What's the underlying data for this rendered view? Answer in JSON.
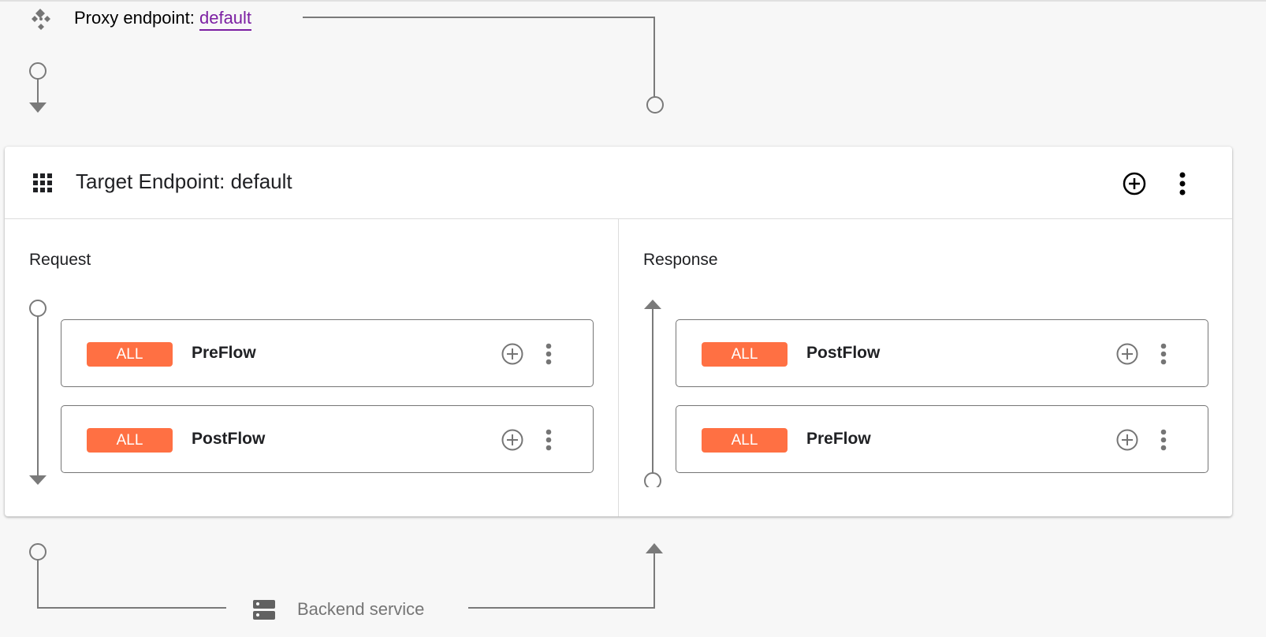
{
  "proxy": {
    "label": "Proxy endpoint: ",
    "link": "default"
  },
  "target": {
    "title": "Target Endpoint: default"
  },
  "request": {
    "label": "Request",
    "flows": [
      {
        "badge": "ALL",
        "name": "PreFlow"
      },
      {
        "badge": "ALL",
        "name": "PostFlow"
      }
    ]
  },
  "response": {
    "label": "Response",
    "flows": [
      {
        "badge": "ALL",
        "name": "PostFlow"
      },
      {
        "badge": "ALL",
        "name": "PreFlow"
      }
    ]
  },
  "backend": {
    "label": "Backend service"
  },
  "colors": {
    "accent_badge": "#ff7043",
    "link": "#7b1fa2",
    "connector": "#757575"
  }
}
